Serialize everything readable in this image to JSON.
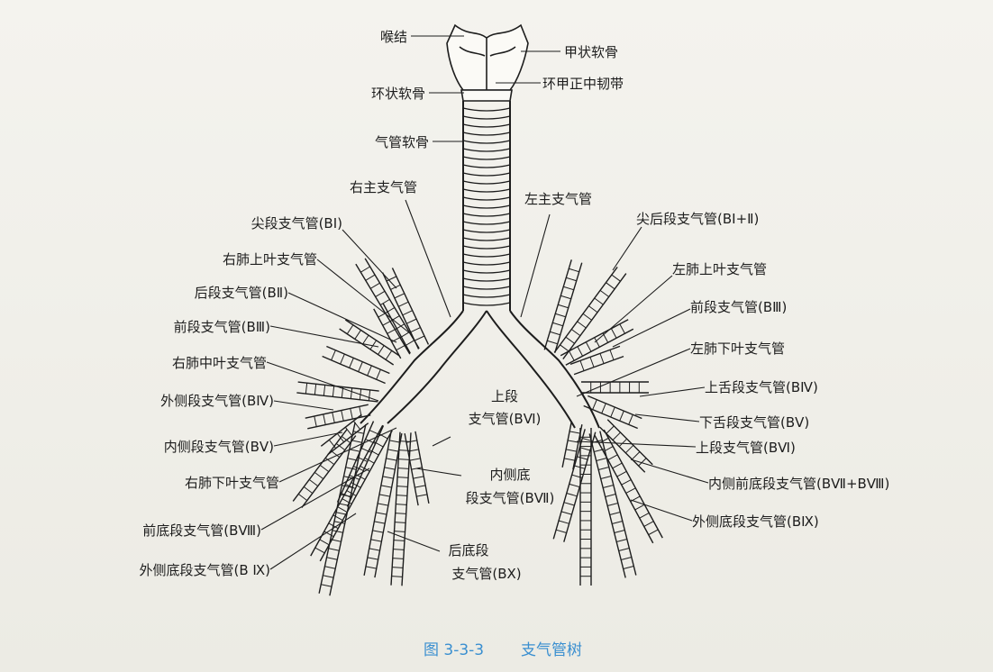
{
  "labels": {
    "larynx": "喉结",
    "thyroid_cartilage": "甲状软骨",
    "cricoid_cartilage": "环状软骨",
    "cricothyroid_ligament": "环甲正中韧带",
    "tracheal_cartilage": "气管软骨",
    "right_main_bronchus": "右主支气管",
    "left_main_bronchus": "左主支气管",
    "apical_segmental": "尖段支气管(BⅠ)",
    "apicoposterior_segmental": "尖后段支气管(BⅠ+Ⅱ)",
    "right_upper_lobe": "右肺上叶支气管",
    "left_upper_lobe": "左肺上叶支气管",
    "posterior_segmental": "后段支气管(BⅡ)",
    "anterior_segmental_right": "前段支气管(BⅢ)",
    "anterior_segmental_left": "前段支气管(BⅢ)",
    "right_middle_lobe": "右肺中叶支气管",
    "left_lower_lobe": "左肺下叶支气管",
    "lateral_segmental": "外侧段支气管(BⅣ)",
    "superior_lingular": "上舌段支气管(BⅣ)",
    "medial_segmental": "内侧段支气管(BⅤ)",
    "inferior_lingular": "下舌段支气管(BⅤ)",
    "superior_segmental_center_1": "上段",
    "superior_segmental_center_2": "支气管(BⅥ)",
    "superior_segmental_left": "上段支气管(BⅥ)",
    "right_lower_lobe": "右肺下叶支气管",
    "medial_basal_1": "内侧底",
    "medial_basal_2": "段支气管(BⅦ)",
    "anteromedial_basal": "内侧前底段支气管(BⅦ+BⅧ)",
    "anterior_basal": "前底段支气管(BⅧ)",
    "lateral_basal_left": "外侧底段支气管(BⅨ)",
    "lateral_basal_right": "外侧底段支气管(B Ⅸ)",
    "posterior_basal_1": "后底段",
    "posterior_basal_2": "支气管(BⅩ)"
  },
  "caption": {
    "figure_number": "图 3-3-3",
    "title": "支气管树"
  },
  "colors": {
    "ink": "#1d1d1d",
    "caption": "#3a8fd0",
    "paper": "#f1f0ea"
  }
}
